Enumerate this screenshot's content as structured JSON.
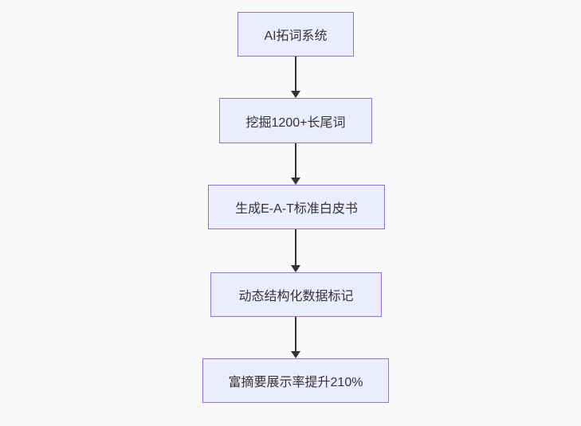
{
  "colors": {
    "background": "#f9f9f9",
    "node_fill": "#ECECFF",
    "node_border": "#9370DB",
    "edge": "#333333",
    "text": "#333333"
  },
  "flowchart": {
    "type": "flowchart",
    "direction": "top-down",
    "nodes": [
      {
        "id": "n1",
        "label": "AI拓词系统"
      },
      {
        "id": "n2",
        "label": "挖掘1200+长尾词"
      },
      {
        "id": "n3",
        "label": "生成E-A-T标准白皮书"
      },
      {
        "id": "n4",
        "label": "动态结构化数据标记"
      },
      {
        "id": "n5",
        "label": "富摘要展示率提升210%"
      }
    ],
    "edges": [
      {
        "from": "n1",
        "to": "n2",
        "style": "arrow-down"
      },
      {
        "from": "n2",
        "to": "n3",
        "style": "arrow-down"
      },
      {
        "from": "n3",
        "to": "n4",
        "style": "arrow-down"
      },
      {
        "from": "n4",
        "to": "n5",
        "style": "arrow-down"
      }
    ]
  }
}
